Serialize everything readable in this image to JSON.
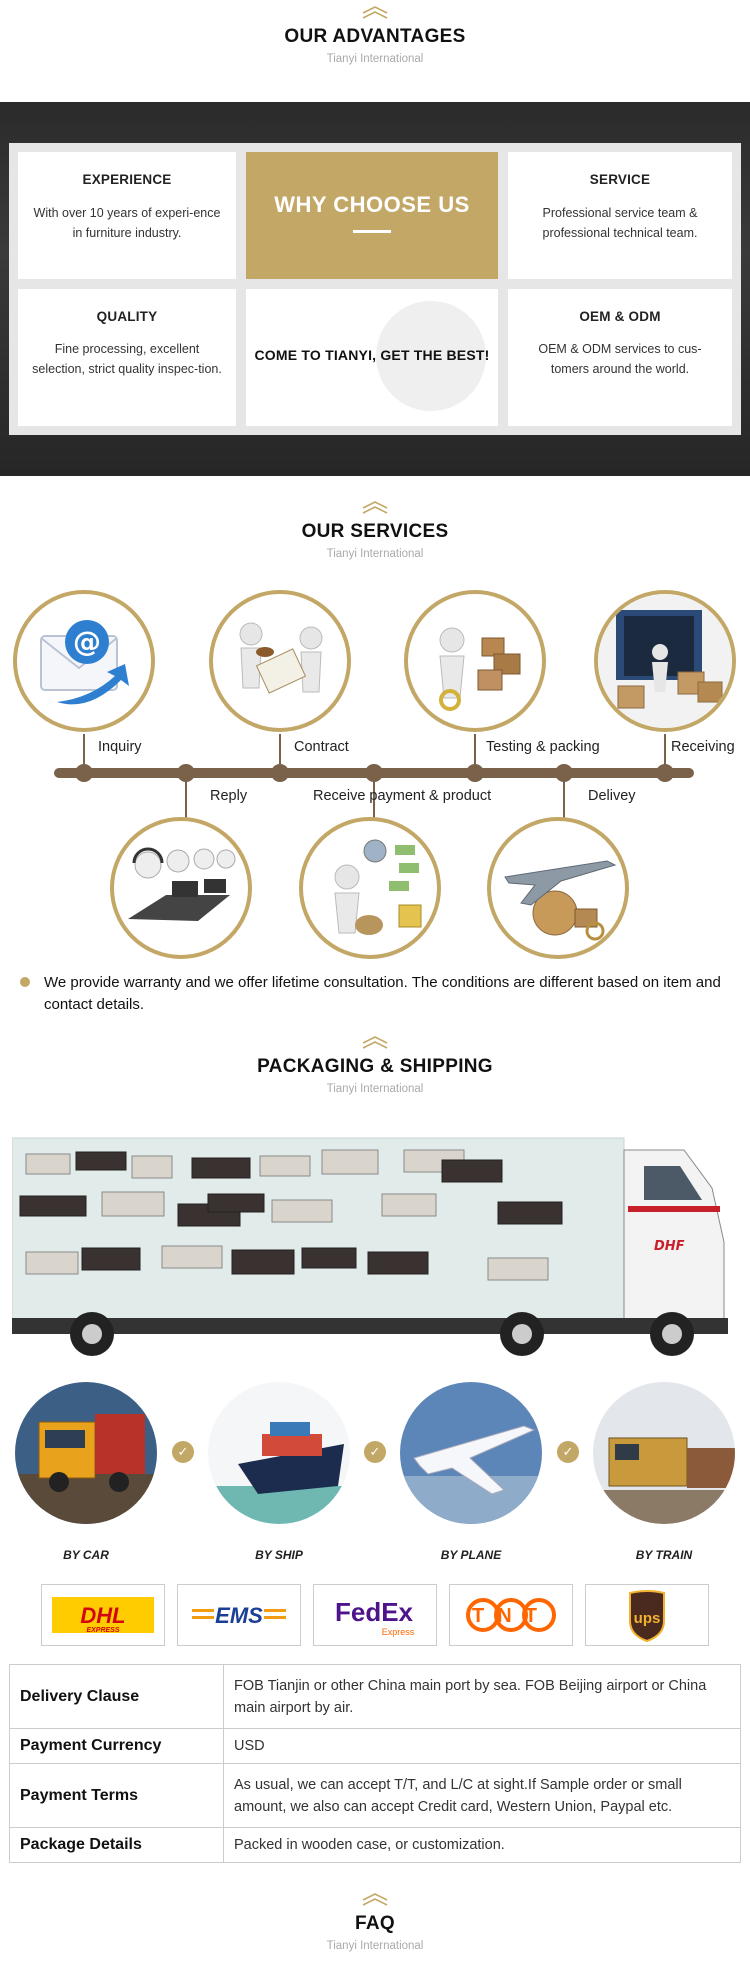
{
  "advantages": {
    "title": "OUR ADVANTAGES",
    "subtitle": "Tianyi International",
    "why_choose": "WHY CHOOSE US",
    "center_slogan": "COME TO TIANYI, GET THE BEST!",
    "cards": [
      {
        "title": "EXPERIENCE",
        "text": "With over 10 years of experi-ence in furniture industry."
      },
      {
        "title": "SERVICE",
        "text": "Professional service team & professional technical team."
      },
      {
        "title": "QUALITY",
        "text": "Fine processing, excellent selection, strict quality inspec-tion."
      },
      {
        "title": "OEM & ODM",
        "text": "OEM & ODM services to cus-tomers around the world."
      }
    ]
  },
  "services": {
    "title": "OUR SERVICES",
    "subtitle": "Tianyi International",
    "steps": [
      {
        "label": "Inquiry",
        "icon": "email-at-icon"
      },
      {
        "label": "Reply",
        "icon": "call-center-icon"
      },
      {
        "label": "Contract",
        "icon": "handshake-contract-icon"
      },
      {
        "label": "Receive payment & product",
        "icon": "money-icon"
      },
      {
        "label": "Testing & packing",
        "icon": "packing-boxes-icon"
      },
      {
        "label": "Delivey",
        "icon": "airplane-globe-icon"
      },
      {
        "label": "Receiving",
        "icon": "container-icon"
      }
    ],
    "note": "We provide warranty and we offer lifetime consultation. The conditions are different based on item and contact details."
  },
  "packaging": {
    "title": "PACKAGING & SHIPPING",
    "subtitle": "Tianyi International",
    "truck_logo": "DHF",
    "modes": [
      "BY CAR",
      "BY SHIP",
      "BY PLANE",
      "BY TRAIN"
    ],
    "couriers": [
      {
        "name": "DHL",
        "sub": "EXPRESS",
        "color": "#d40511"
      },
      {
        "name": "EMS",
        "color": "#1b3f94"
      },
      {
        "name": "FedEx",
        "sub": "Express",
        "color": "#4d148c"
      },
      {
        "name": "TNT",
        "color": "#ff6600"
      },
      {
        "name": "ups",
        "color": "#351c15"
      }
    ],
    "table": [
      {
        "key": "Delivery Clause",
        "value": "FOB Tianjin or other China main port by sea. FOB Beijing airport or China main airport by air."
      },
      {
        "key": "Payment Currency",
        "value": "USD"
      },
      {
        "key": "Payment Terms",
        "value": "As usual, we can accept T/T, and L/C at sight.If Sample order or small amount,  we also can accept Credit card, Western Union, Paypal etc."
      },
      {
        "key": "Package Details",
        "value": "Packed in wooden case, or customization."
      }
    ]
  },
  "faq": {
    "title": "FAQ",
    "subtitle": "Tianyi International"
  },
  "colors": {
    "gold": "#c3a766",
    "brown": "#7a6149",
    "dark_band": "#2b2b2b"
  }
}
